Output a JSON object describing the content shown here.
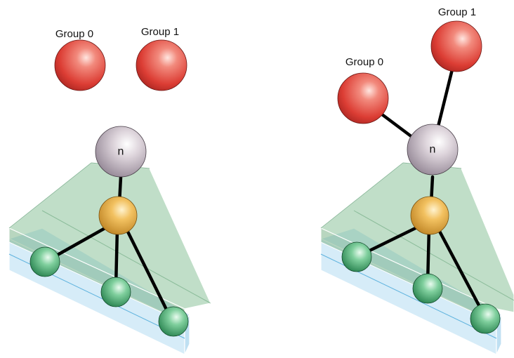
{
  "left_panel": {
    "group0_label": "Group 0",
    "group1_label": "Group 1",
    "node_label": "n"
  },
  "right_panel": {
    "group0_label": "Group 0",
    "group1_label": "Group 1",
    "node_label": "n"
  },
  "colors": {
    "group_sphere": "#d9443f",
    "node_n": "#c9bcc6",
    "parent_node": "#e8b24a",
    "leaf_node": "#4fb07a",
    "green_region": "#9cc9a6",
    "blue_slab": "#cfe7f6"
  }
}
